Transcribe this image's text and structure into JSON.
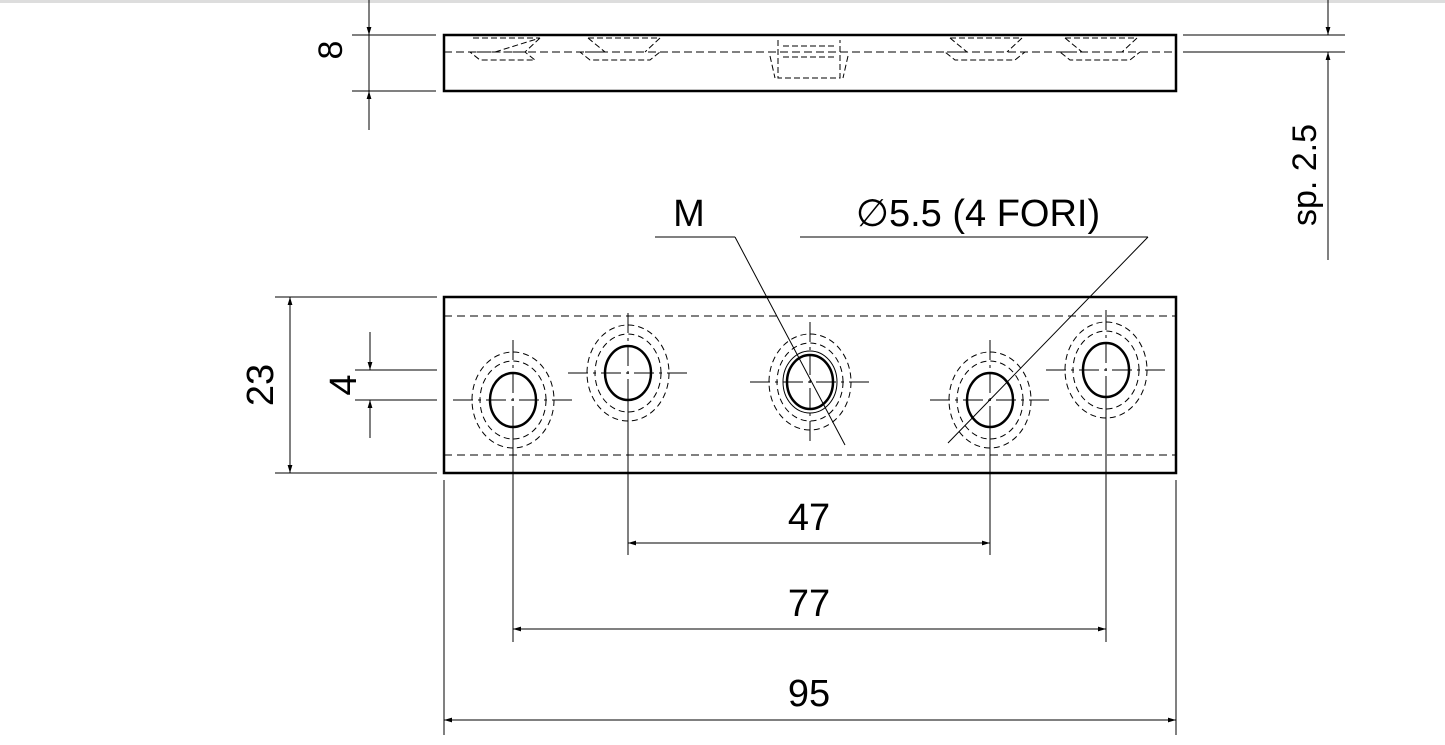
{
  "side_view": {
    "thickness_label": "8",
    "sheet_label": "sp. 2.5"
  },
  "top_view": {
    "height_label": "23",
    "offset_label": "4",
    "thread_label": "M",
    "holes_label": "∅5.5 (4 FORI)",
    "inner_span_label": "47",
    "outer_span_label": "77",
    "length_label": "95"
  },
  "colors": {
    "line": "#000000",
    "background": "#ffffff"
  }
}
